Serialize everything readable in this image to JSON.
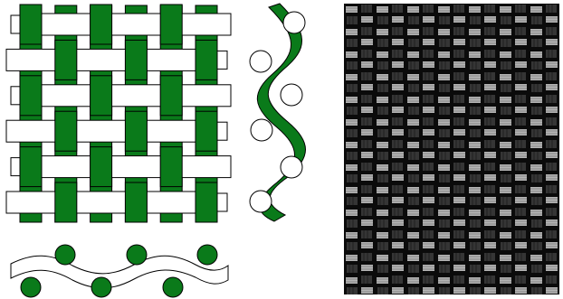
{
  "figure": {
    "panels": [
      {
        "id": "weave-top-view",
        "pattern": "plain-weave",
        "warp_count": 6,
        "weft_count": 6
      },
      {
        "id": "warp-cross-section",
        "orientation": "vertical",
        "crossings": 6
      },
      {
        "id": "weft-cross-section",
        "orientation": "horizontal",
        "crossings": 6
      },
      {
        "id": "fabric-photo",
        "kind": "woven carbon fiber texture",
        "tone": "grayscale"
      }
    ],
    "colors": {
      "warp_fill": "#0a7a1a",
      "weft_fill": "#ffffff",
      "outline": "#000000",
      "photo_dark": "#0c0c0c",
      "photo_tow_light": "#c4c4c4",
      "photo_tow_mid": "#7e7e7e"
    }
  }
}
